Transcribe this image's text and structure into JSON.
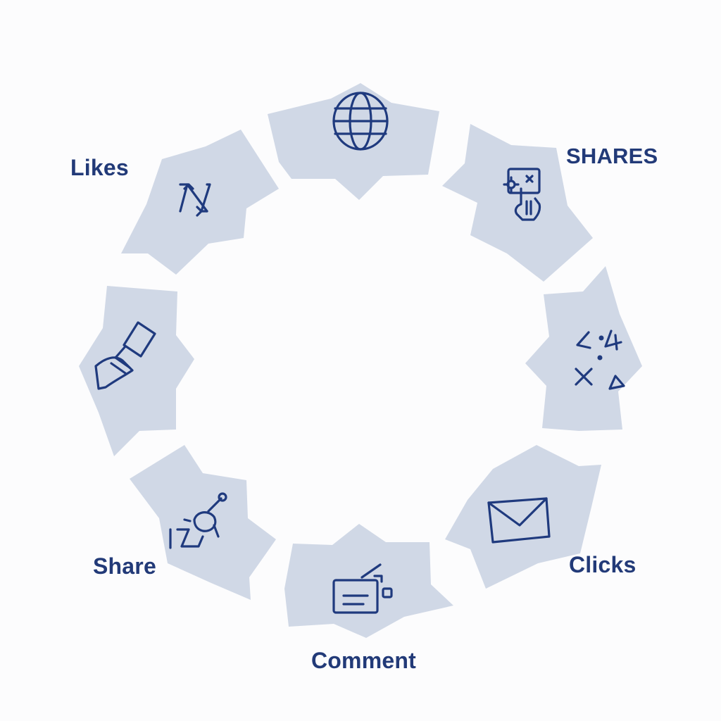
{
  "diagram": {
    "labels": {
      "top_left": "Likes",
      "top_right": "SHARES",
      "bottom_left": "Share",
      "bottom_right": "Clicks",
      "bottom": "Comment"
    },
    "segment_icons": [
      "globe-icon",
      "hand-card-icon",
      "math-symbols-icon",
      "envelope-icon",
      "message-card-icon",
      "hook-node-icon",
      "hand-tag-icon",
      "transfer-arrows-icon"
    ],
    "colors": {
      "segment_fill": "#d0d8e6",
      "icon_stroke": "#1f3a7e",
      "label_text": "#223a78",
      "background": "#fcfcfd"
    }
  }
}
